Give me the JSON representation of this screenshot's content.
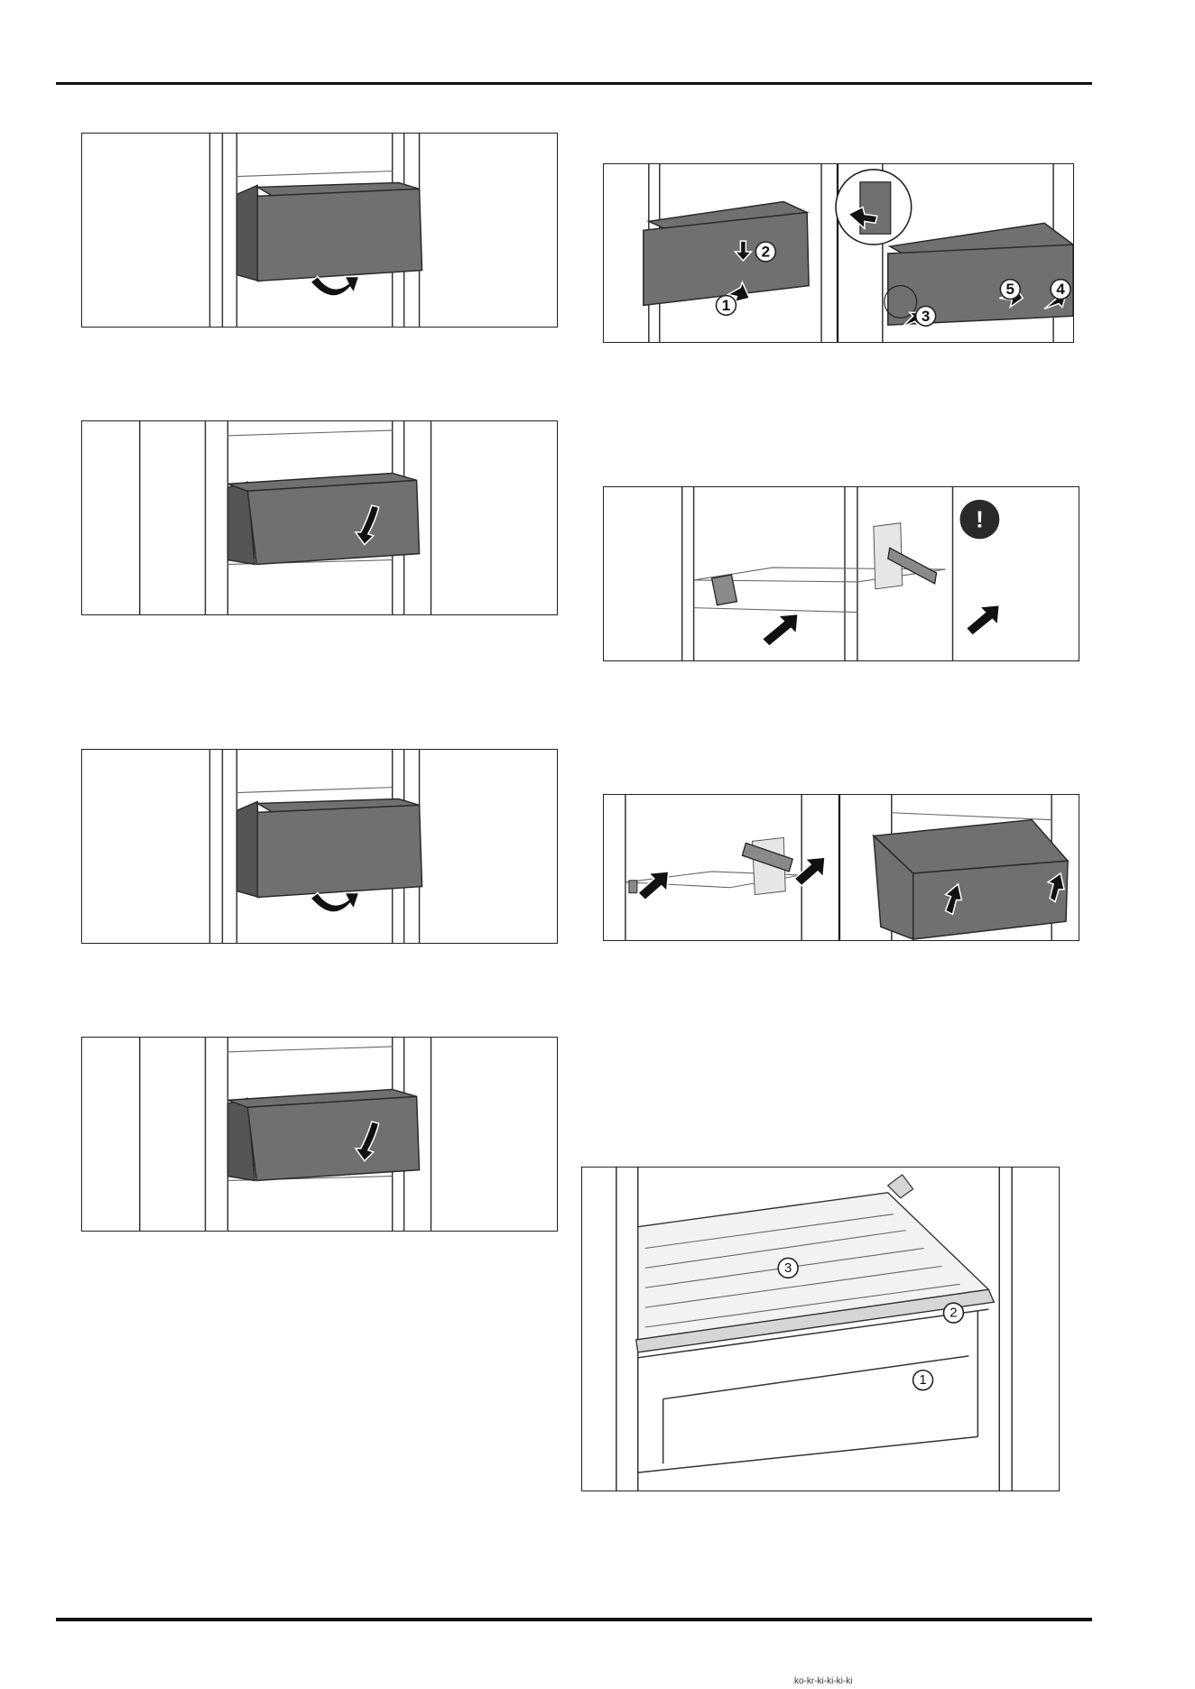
{
  "figures": {
    "fig_a": {
      "callouts": [
        "1",
        "2",
        "3",
        "4",
        "5"
      ]
    },
    "fig_b": {
      "warning_symbol": "!",
      "icon": "warning-icon"
    },
    "fig_c": {
      "callouts": [
        "1",
        "2",
        "3"
      ]
    }
  },
  "footer": {
    "text": "ko-kr-ki-ki-ki-ki"
  },
  "colors": {
    "drawer": "#707070",
    "line": "#333333",
    "background": "#ffffff"
  }
}
